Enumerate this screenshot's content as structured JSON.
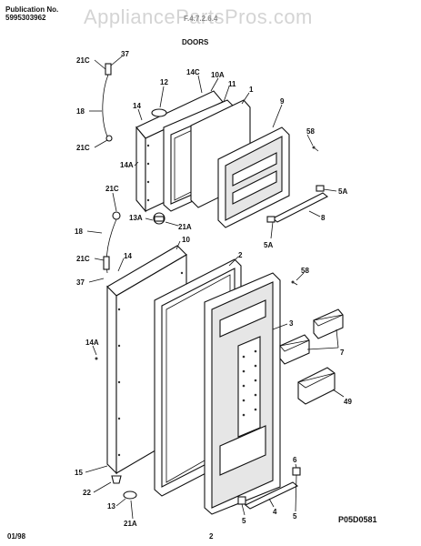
{
  "header": {
    "publication_label": "Publication No.",
    "publication_number": "5995303962",
    "watermark": "AppliancePartsPros.com",
    "model_fragment": "F.4.7.2.6.4",
    "section_title": "DOORS"
  },
  "footer": {
    "date": "01/98",
    "page": "2",
    "diagram_code": "P05D0581"
  },
  "callouts": {
    "c21C_a": "21C",
    "c37_a": "37",
    "c18_a": "18",
    "c14_a": "14",
    "c21C_b": "21C",
    "c14A_a": "14A",
    "c12": "12",
    "c14C": "14C",
    "c10A": "10A",
    "c11": "11",
    "c1": "1",
    "c9": "9",
    "c58_a": "58",
    "c5A_a": "5A",
    "c8": "8",
    "c5A_b": "5A",
    "c21C_c": "21C",
    "c13A": "13A",
    "c21A_a": "21A",
    "c18_b": "18",
    "c10": "10",
    "c21C_d": "21C",
    "c14_b": "14",
    "c37_b": "37",
    "c2": "2",
    "c58_b": "58",
    "c14A_b": "14A",
    "c3": "3",
    "c7": "7",
    "c49": "49",
    "c15": "15",
    "c22": "22",
    "c13": "13",
    "c21A_b": "21A",
    "c6": "6",
    "c4": "4",
    "c5_a": "5",
    "c5_b": "5"
  }
}
